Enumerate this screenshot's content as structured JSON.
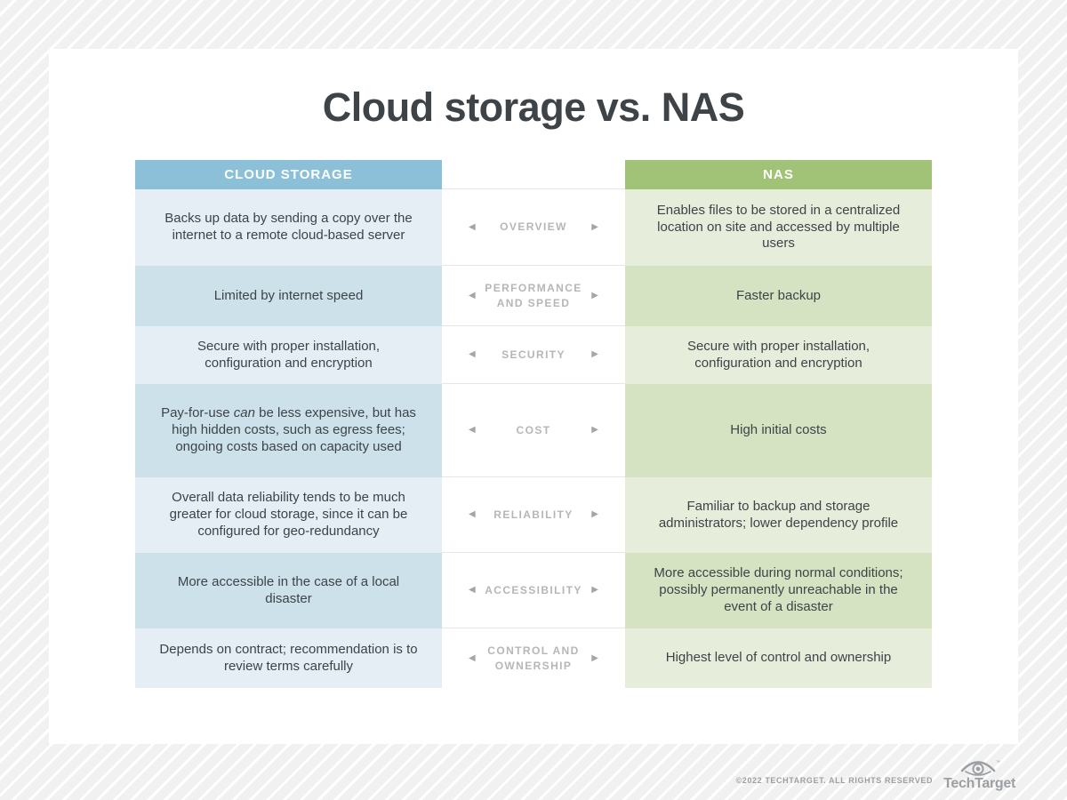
{
  "title": "Cloud storage vs. NAS",
  "table": {
    "cloud_header": "CLOUD STORAGE",
    "nas_header": "NAS",
    "left_arrow": "◀",
    "right_arrow": "▶",
    "rows": [
      {
        "label": "OVERVIEW",
        "cloud": "Backs up data by sending a copy over the internet to a remote cloud-based server",
        "nas": "Enables files to be stored in a centralized location on site and accessed by multiple users"
      },
      {
        "label": "PERFORMANCE AND SPEED",
        "cloud": "Limited by internet speed",
        "nas": "Faster backup"
      },
      {
        "label": "SECURITY",
        "cloud": "Secure with proper installation, configuration and encryption",
        "nas": "Secure with proper installation, configuration and encryption"
      },
      {
        "label": "COST",
        "cloud_pre": "Pay-for-use ",
        "cloud_italic": "can",
        "cloud_post": " be less expensive, but has high hidden costs, such as egress fees; ongoing costs based on capacity used",
        "nas": "High initial costs"
      },
      {
        "label": "RELIABILITY",
        "cloud": "Overall data reliability tends to be much greater for cloud storage, since it can be configured for geo-redundancy",
        "nas": "Familiar to backup and storage administrators; lower dependency profile"
      },
      {
        "label": "ACCESSIBILITY",
        "cloud": "More accessible in the case of a local disaster",
        "nas": "More accessible during normal conditions; possibly permanently unreachable in the event of a disaster"
      },
      {
        "label": "CONTROL AND OWNERSHIP",
        "cloud": "Depends on contract; recommendation is to review terms carefully",
        "nas": "Highest level of control and ownership"
      }
    ]
  },
  "footer": {
    "copyright": "©2022 TECHTARGET. ALL RIGHTS RESERVED",
    "brand": "TechTarget",
    "trademark": "™"
  },
  "colors": {
    "cloud_header_bg": "#8cc0d8",
    "nas_header_bg": "#a1c377",
    "cloud_row_light": "#e5eef5",
    "cloud_row_dark": "#cde1eb",
    "nas_row_light": "#e6eddb",
    "nas_row_dark": "#d5e3c2",
    "body_text": "#3d4448",
    "label_text": "#b4b7b9"
  }
}
